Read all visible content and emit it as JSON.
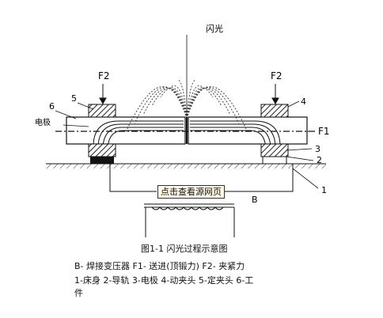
{
  "labels": {
    "flash": "闪光",
    "f2_left": "F2",
    "f2_right": "F2",
    "f1": "F1",
    "electrode": "电极",
    "num_1": "1",
    "num_2": "2",
    "num_3": "3",
    "num_4": "4",
    "num_5": "5",
    "num_6": "6",
    "b": "B"
  },
  "tooltip": "点击查看源网页",
  "caption": {
    "title": "图1-1  闪光过程示意图",
    "line1": "B- 焊接变压器   F1- 送进(顶锻力)   F2- 夹紧力",
    "line2": "1-床身  2-导轨   3-电极  4-动夹头  5-定夹头  6-工",
    "line3": "件"
  },
  "colors": {
    "line": "#111111",
    "hatch": "#222222",
    "flash": "#444444"
  }
}
